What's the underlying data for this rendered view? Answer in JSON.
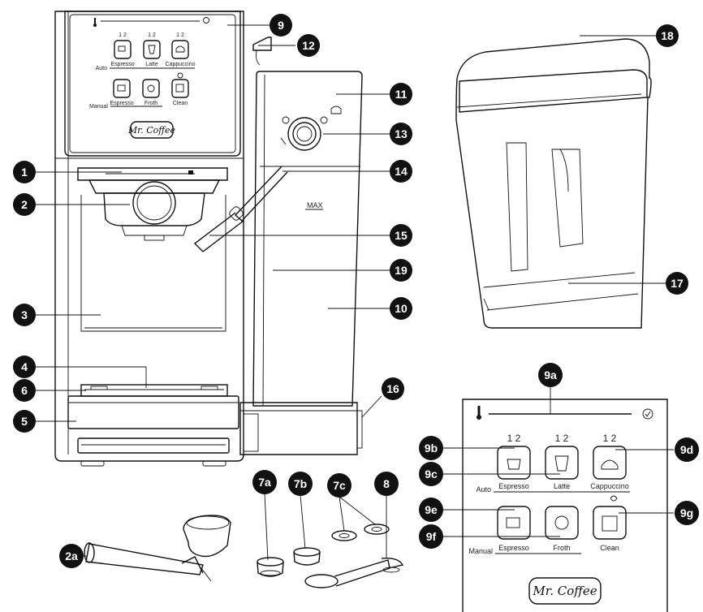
{
  "labels": [
    {
      "id": "9",
      "text": "9"
    },
    {
      "id": "12",
      "text": "12"
    },
    {
      "id": "11",
      "text": "11"
    },
    {
      "id": "13",
      "text": "13"
    },
    {
      "id": "1",
      "text": "1"
    },
    {
      "id": "14",
      "text": "14"
    },
    {
      "id": "2",
      "text": "2"
    },
    {
      "id": "15",
      "text": "15"
    },
    {
      "id": "19",
      "text": "19"
    },
    {
      "id": "3",
      "text": "3"
    },
    {
      "id": "10",
      "text": "10"
    },
    {
      "id": "4",
      "text": "4"
    },
    {
      "id": "6",
      "text": "6"
    },
    {
      "id": "5",
      "text": "5"
    },
    {
      "id": "16",
      "text": "16"
    },
    {
      "id": "18",
      "text": "18"
    },
    {
      "id": "17",
      "text": "17"
    },
    {
      "id": "9a",
      "text": "9a"
    },
    {
      "id": "9b",
      "text": "9b"
    },
    {
      "id": "9c",
      "text": "9c"
    },
    {
      "id": "9d",
      "text": "9d"
    },
    {
      "id": "9e",
      "text": "9e"
    },
    {
      "id": "9f",
      "text": "9f"
    },
    {
      "id": "9g",
      "text": "9g"
    },
    {
      "id": "2a",
      "text": "2a"
    },
    {
      "id": "7a",
      "text": "7a"
    },
    {
      "id": "7b",
      "text": "7b"
    },
    {
      "id": "7c",
      "text": "7c"
    },
    {
      "id": "8",
      "text": "8"
    }
  ],
  "panel": {
    "count_espresso": "1  2",
    "count_latte": "1  2",
    "count_cappuccino": "1  2",
    "auto": "Auto",
    "manual": "Manual",
    "espresso": "Espresso",
    "latte": "Latte",
    "cappuccino": "Cappuccino",
    "espresso_manual": "Espresso",
    "froth": "Froth",
    "clean": "Clean",
    "brand": "Mr. Coffee"
  },
  "tank_max": "MAX"
}
